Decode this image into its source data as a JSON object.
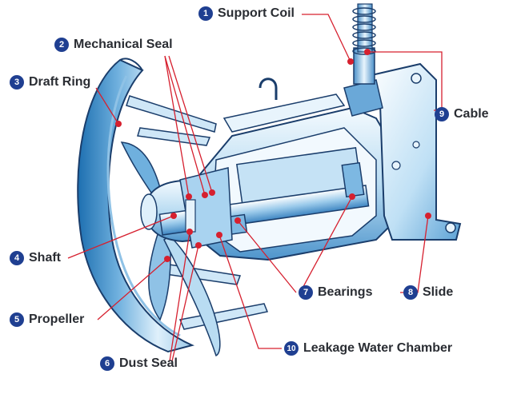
{
  "colors": {
    "leader": "#d6202f",
    "badge": "#1f3f91",
    "label_text": "#2a2d33",
    "body_light": "#eaf5fc",
    "body_mid": "#9cc9e8",
    "body_dark": "#1d6fb0",
    "outline": "#1a3d6b"
  },
  "labels": [
    {
      "num": "1",
      "text": "Support Coil"
    },
    {
      "num": "2",
      "text": "Mechanical Seal"
    },
    {
      "num": "3",
      "text": "Draft Ring"
    },
    {
      "num": "4",
      "text": "Shaft"
    },
    {
      "num": "5",
      "text": "Propeller"
    },
    {
      "num": "6",
      "text": "Dust Seal"
    },
    {
      "num": "7",
      "text": "Bearings"
    },
    {
      "num": "8",
      "text": "Slide"
    },
    {
      "num": "9",
      "text": "Cable"
    },
    {
      "num": "10",
      "text": "Leakage Water Chamber"
    }
  ]
}
